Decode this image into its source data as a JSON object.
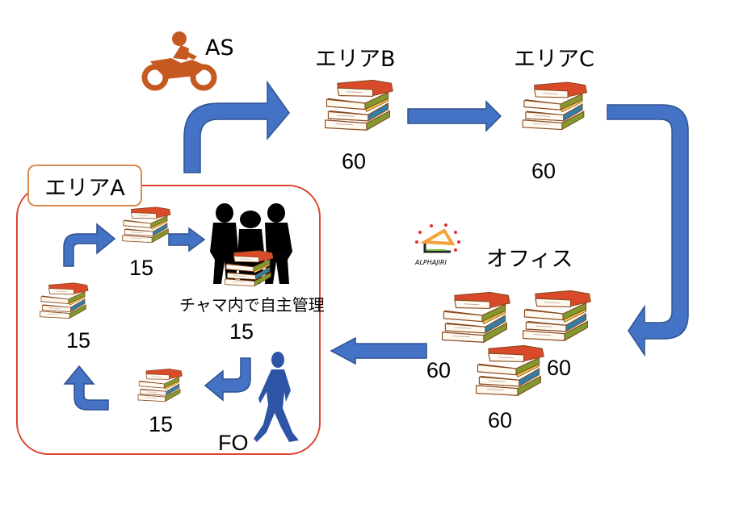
{
  "diagram": {
    "title": "",
    "colors": {
      "arrow": "#4472c4",
      "arrow_stroke": "#2f528f",
      "area_border": "#d9452f",
      "tag_border": "#d98b50",
      "motorbike": "#c5591f",
      "walker": "#2e55a5",
      "people": "#000000"
    },
    "nodes": {
      "as": {
        "label": "AS",
        "icon": "motorbike-icon"
      },
      "area_b": {
        "label": "エリアB",
        "count": "60"
      },
      "area_c": {
        "label": "エリアC",
        "count": "60"
      },
      "office": {
        "label": "オフィス",
        "logo_text": "ALPHAJIRI",
        "counts": [
          "60",
          "60",
          "60"
        ]
      },
      "area_a": {
        "label": "エリアA",
        "stacks": [
          {
            "id": "top",
            "count": "15"
          },
          {
            "id": "left",
            "count": "15"
          },
          {
            "id": "bottom",
            "count": "15"
          },
          {
            "id": "team",
            "count": "15",
            "caption": "チャマ内で自主管理"
          }
        ],
        "fo_label": "FO"
      }
    },
    "flow": [
      "エリアA → エリアB",
      "エリアB → エリアC",
      "エリアC → オフィス",
      "オフィス → エリアA",
      "FO → stack bottom",
      "stack bottom → stack left",
      "stack left → stack top",
      "stack top → チャマ内で自主管理"
    ]
  }
}
